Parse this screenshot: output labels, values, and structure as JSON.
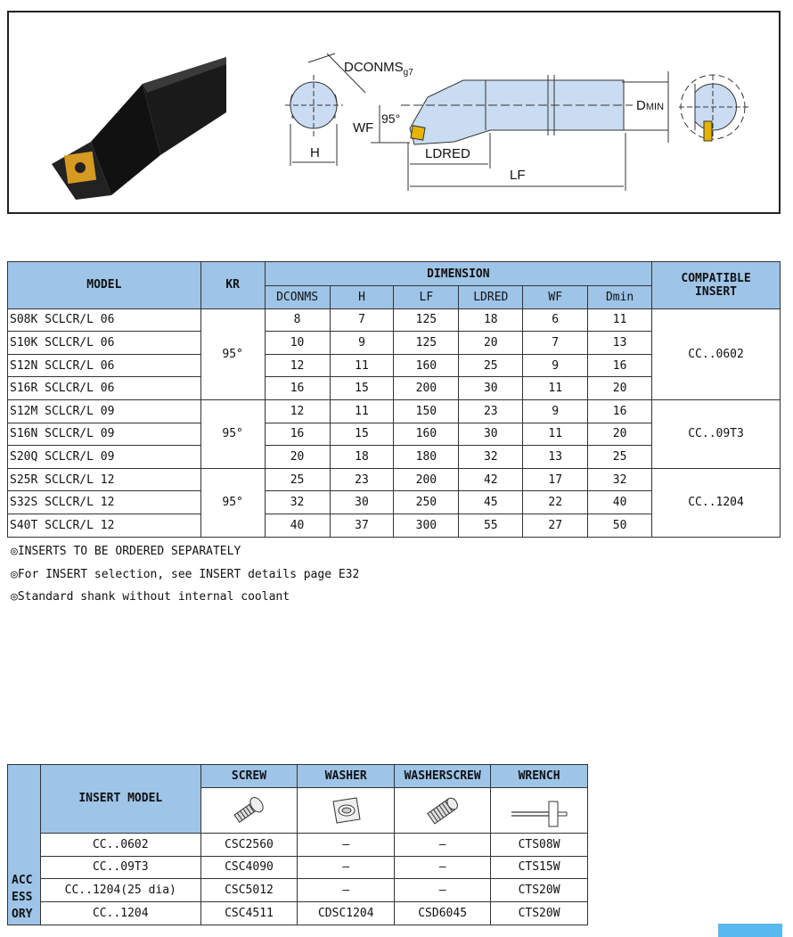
{
  "figure": {
    "dim_dconms": "DCONMS",
    "dim_dconms_sub": "g7",
    "dim_h": "H",
    "dim_wf": "WF",
    "dim_angle": "95°",
    "dim_ldred": "LDRED",
    "dim_lf": "LF",
    "dim_dmin": "D",
    "dim_dmin_sub": "MIN"
  },
  "spec": {
    "headers": {
      "model": "MODEL",
      "kr": "KR",
      "dimension": "DIMENSION",
      "compatible_1": "COMPATIBLE",
      "compatible_2": "INSERT",
      "sub": [
        "DCONMS",
        "H",
        "LF",
        "LDRED",
        "WF",
        "Dmin"
      ]
    },
    "groups": [
      {
        "kr": "95°",
        "insert": "CC..0602",
        "rows": [
          {
            "model": "S08K SCLCR/L 06",
            "vals": [
              "8",
              "7",
              "125",
              "18",
              "6",
              "11"
            ]
          },
          {
            "model": "S10K SCLCR/L 06",
            "vals": [
              "10",
              "9",
              "125",
              "20",
              "7",
              "13"
            ]
          },
          {
            "model": "S12N SCLCR/L 06",
            "vals": [
              "12",
              "11",
              "160",
              "25",
              "9",
              "16"
            ]
          },
          {
            "model": "S16R SCLCR/L 06",
            "vals": [
              "16",
              "15",
              "200",
              "30",
              "11",
              "20"
            ]
          }
        ]
      },
      {
        "kr": "95°",
        "insert": "CC..09T3",
        "rows": [
          {
            "model": "S12M SCLCR/L 09",
            "vals": [
              "12",
              "11",
              "150",
              "23",
              "9",
              "16"
            ]
          },
          {
            "model": "S16N SCLCR/L 09",
            "vals": [
              "16",
              "15",
              "160",
              "30",
              "11",
              "20"
            ]
          },
          {
            "model": "S20Q SCLCR/L 09",
            "vals": [
              "20",
              "18",
              "180",
              "32",
              "13",
              "25"
            ]
          }
        ]
      },
      {
        "kr": "95°",
        "insert": "CC..1204",
        "rows": [
          {
            "model": "S25R SCLCR/L 12",
            "vals": [
              "25",
              "23",
              "200",
              "42",
              "17",
              "32"
            ]
          },
          {
            "model": "S32S SCLCR/L 12",
            "vals": [
              "32",
              "30",
              "250",
              "45",
              "22",
              "40"
            ]
          },
          {
            "model": "S40T SCLCR/L 12",
            "vals": [
              "40",
              "37",
              "300",
              "55",
              "27",
              "50"
            ]
          }
        ]
      }
    ]
  },
  "notes": [
    "◎INSERTS TO BE ORDERED SEPARATELY",
    "◎For INSERT selection, see INSERT details page E32",
    "◎Standard shank without internal coolant"
  ],
  "accessory": {
    "side_label": [
      "ACC",
      "ESS",
      "ORY"
    ],
    "insert_model_label": "INSERT MODEL",
    "columns": [
      "SCREW",
      "WASHER",
      "WASHERSCREW",
      "WRENCH"
    ],
    "rows": [
      {
        "insert": "CC..0602",
        "screw": "CSC2560",
        "washer": "—",
        "washerscrew": "—",
        "wrench": "CTS08W"
      },
      {
        "insert": "CC..09T3",
        "screw": "CSC4090",
        "washer": "—",
        "washerscrew": "—",
        "wrench": "CTS15W"
      },
      {
        "insert": "CC..1204(25 dia)",
        "screw": "CSC5012",
        "washer": "—",
        "washerscrew": "—",
        "wrench": "CTS20W"
      },
      {
        "insert": "CC..1204",
        "screw": "CSC4511",
        "washer": "CDSC1204",
        "washerscrew": "CSD6045",
        "wrench": "CTS20W"
      }
    ]
  },
  "colors": {
    "header_blue": "#9ec4e8",
    "bar_blue": "#58b8ef",
    "tool_blue": "#c9dcf2",
    "insert_gold": "#e6b400"
  }
}
